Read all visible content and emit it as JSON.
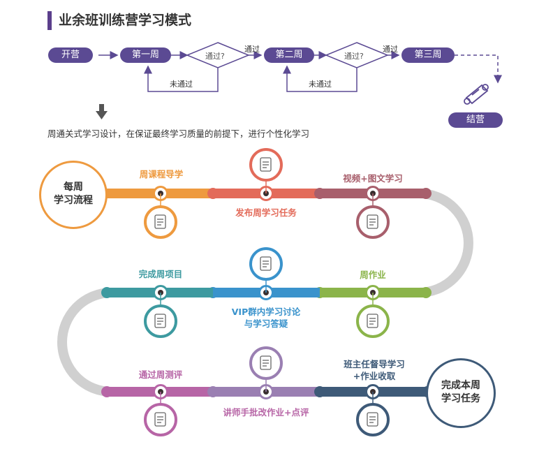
{
  "title": "业余班训练营学习模式",
  "flow": {
    "start": "开营",
    "week1": "第一周",
    "week2": "第二周",
    "week3": "第三周",
    "check1": "通过?",
    "check2": "通过?",
    "pass1": "通过",
    "pass2": "通过",
    "fail1": "未通过",
    "fail2": "未通过",
    "end": "结营"
  },
  "note": "周通关式学习设计，在保证最终学习质量的前提下，进行个性化学习",
  "process": {
    "start_line1": "每周",
    "start_line2": "学习流程",
    "end_line1": "完成本周",
    "end_line2": "学习任务",
    "steps": [
      {
        "label": "周课程导学",
        "icon": "document-edit-icon",
        "color": "#ee9a3f"
      },
      {
        "label": "发布周学习任务",
        "icon": "calendar-icon",
        "color": "#e36b5a"
      },
      {
        "label": "视频+图文学习",
        "icon": "video-player-icon",
        "color": "#a85f6c"
      },
      {
        "label": "周作业",
        "icon": "checklist-icon",
        "color": "#8bb44a"
      },
      {
        "label": "VIP群内学习讨论",
        "label2": "与学习答疑",
        "icon": "lightbulb-idea-icon",
        "color": "#3a93cc"
      },
      {
        "label": "完成周项目",
        "icon": "clipboard-icon",
        "color": "#3d9aa0"
      },
      {
        "label": "通过周测评",
        "icon": "test-check-icon",
        "color": "#b765a6"
      },
      {
        "label": "讲师手批改作业+点评",
        "icon": "pie-chart-icon",
        "color": "#9a7fb2"
      },
      {
        "label": "班主任督导学习",
        "label2": "+作业收取",
        "icon": "hand-document-icon",
        "color": "#3e5a78"
      }
    ]
  },
  "colors": {
    "accent": "#5b4a93",
    "track_gray": "#d0d0d0"
  }
}
